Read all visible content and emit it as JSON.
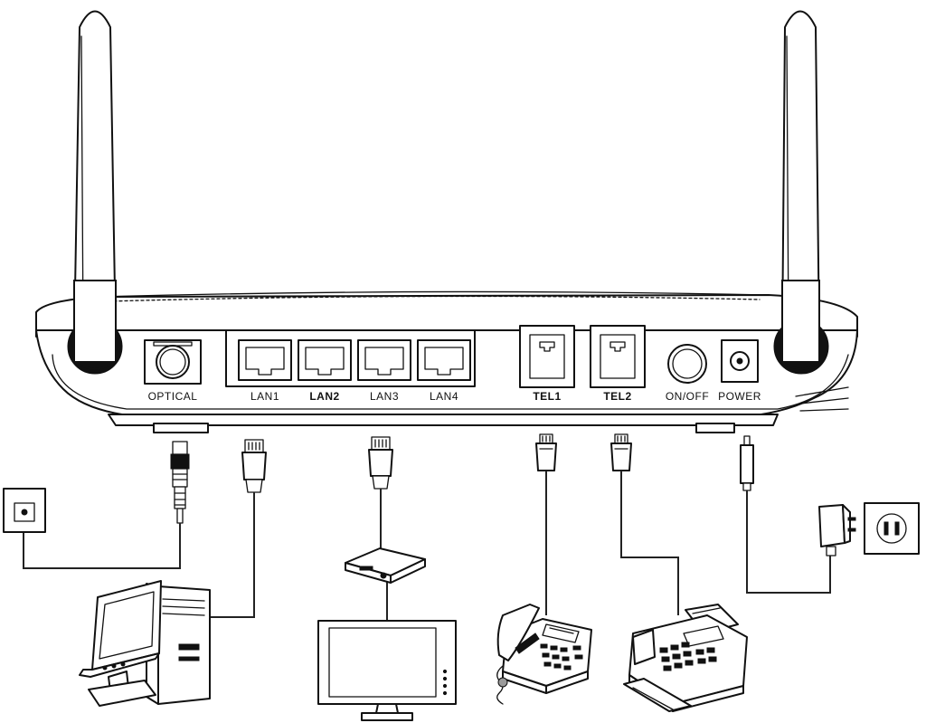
{
  "ports": {
    "optical": "OPTICAL",
    "lan1": "LAN1",
    "lan2": "LAN2",
    "lan3": "LAN3",
    "lan4": "LAN4",
    "tel1": "TEL1",
    "tel2": "TEL2",
    "onoff": "ON/OFF",
    "power": "POWER"
  },
  "icons": [
    "antenna-icon",
    "optical-connector-icon",
    "rj45-plug-icon",
    "rj11-plug-icon",
    "dc-plug-icon",
    "wall-optical-socket-icon",
    "computer-icon",
    "set-top-box-icon",
    "tv-icon",
    "telephone-icon",
    "fax-machine-icon",
    "power-adapter-icon",
    "wall-power-socket-icon"
  ]
}
